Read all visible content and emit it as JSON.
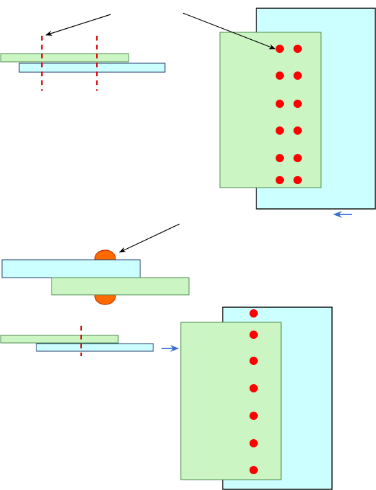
{
  "colors": {
    "green_plate": "#ccf5c4",
    "blue_plate": "#ccffff",
    "plate_stroke": "#000000",
    "green_stroke": "#4a8a4a",
    "blue_stroke": "#1f3a6b",
    "spot_weld": "#ff0000",
    "weld_bead_fill": "#ff6a00",
    "weld_bead_stroke": "#cc3300",
    "weld_line": "#d40000",
    "leader_arrow": "#000000",
    "load_arrow": "#3a6fd8"
  },
  "figures": [
    {
      "name": "double-row-spot-weld-section",
      "weld_lines": 2
    },
    {
      "name": "double-row-spot-weld-plan",
      "rows": 6,
      "columns": 2
    },
    {
      "name": "fillet-weld-section"
    },
    {
      "name": "single-row-spot-weld-section",
      "weld_lines": 1
    },
    {
      "name": "single-row-spot-weld-plan",
      "rows": 7,
      "columns": 1
    }
  ]
}
